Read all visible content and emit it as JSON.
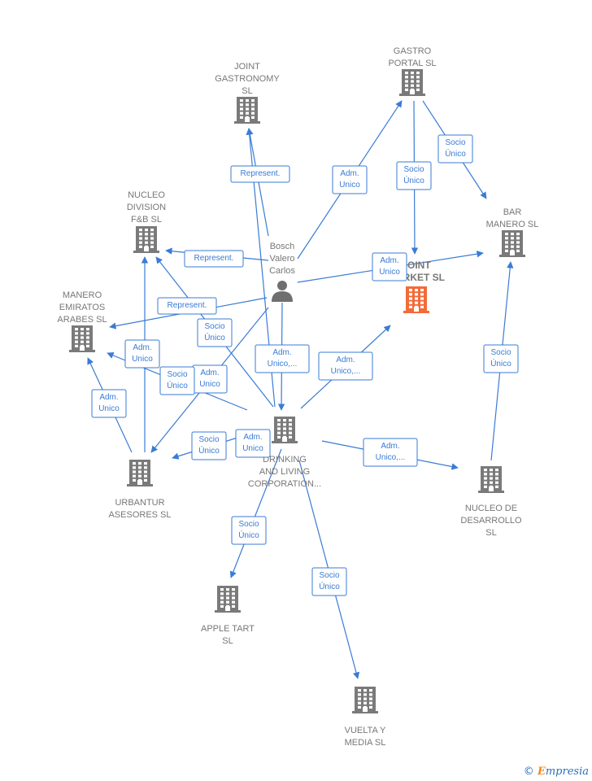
{
  "colors": {
    "edge": "#3a7bd5",
    "building": "#7a7a7a",
    "building_main": "#f26b3a",
    "person": "#6f6f6f"
  },
  "nodes": [
    {
      "id": "joint_gastronomy",
      "kind": "company",
      "lines": [
        "JOINT",
        "GASTRONOMY",
        "SL"
      ]
    },
    {
      "id": "gastro_portal",
      "kind": "company",
      "lines": [
        "GASTRO",
        "PORTAL SL"
      ]
    },
    {
      "id": "nucleo_division",
      "kind": "company",
      "lines": [
        "NUCLEO",
        "DIVISION",
        "F&B  SL"
      ]
    },
    {
      "id": "bar_manero",
      "kind": "company",
      "lines": [
        "BAR",
        "MANERO  SL"
      ]
    },
    {
      "id": "bosch",
      "kind": "person",
      "lines": [
        "Bosch",
        "Valero",
        "Carlos"
      ]
    },
    {
      "id": "joint_market",
      "kind": "main",
      "lines": [
        "JOINT",
        "MARKET  SL"
      ]
    },
    {
      "id": "manero_emiratos",
      "kind": "company",
      "lines": [
        "MANERO",
        "EMIRATOS",
        "ARABES  SL"
      ]
    },
    {
      "id": "drinking",
      "kind": "company",
      "lines": [
        "DRINKING",
        "AND LIVING",
        "CORPORATION..."
      ]
    },
    {
      "id": "urbantur",
      "kind": "company",
      "lines": [
        "URBANTUR",
        "ASESORES  SL"
      ]
    },
    {
      "id": "nucleo_desarrollo",
      "kind": "company",
      "lines": [
        "NUCLEO DE",
        "DESARROLLO",
        "SL"
      ]
    },
    {
      "id": "apple_tart",
      "kind": "company",
      "lines": [
        "APPLE TART",
        "SL"
      ]
    },
    {
      "id": "vuelta_media",
      "kind": "company",
      "lines": [
        "VUELTA Y",
        "MEDIA SL"
      ]
    }
  ],
  "edges": [
    {
      "from": "bosch",
      "to": "joint_gastronomy",
      "label": [
        "Represent."
      ]
    },
    {
      "from": "bosch",
      "to": "gastro_portal",
      "label": [
        "Adm.",
        "Unico"
      ]
    },
    {
      "from": "gastro_portal",
      "to": "bar_manero",
      "label": [
        "Socio",
        "Único"
      ]
    },
    {
      "from": "gastro_portal",
      "to": "joint_market",
      "label": [
        "Socio",
        "Único"
      ]
    },
    {
      "from": "bosch",
      "to": "nucleo_division",
      "label": [
        "Represent."
      ]
    },
    {
      "from": "bosch",
      "to": "bar_manero",
      "label": [
        "Adm.",
        "Unico"
      ]
    },
    {
      "from": "bosch",
      "to": "manero_emiratos",
      "label": [
        "Represent."
      ]
    },
    {
      "from": "bosch",
      "to": "drinking",
      "label": [
        "Adm.",
        "Unico,..."
      ]
    },
    {
      "from": "bosch",
      "to": "urbantur",
      "label": [
        "Adm.",
        "Unico"
      ]
    },
    {
      "from": "drinking",
      "to": "joint_market",
      "label": [
        "Adm.",
        "Unico,..."
      ]
    },
    {
      "from": "drinking",
      "to": "nucleo_division",
      "label": [
        "Socio",
        "Único"
      ]
    },
    {
      "from": "drinking",
      "to": "manero_emiratos",
      "label": [
        "Socio",
        "Único"
      ]
    },
    {
      "from": "drinking",
      "to": "urbantur",
      "label": [
        "Socio",
        "Único"
      ]
    },
    {
      "from": "drinking",
      "to": "joint_gastronomy",
      "label": [
        "Adm.",
        "Unico"
      ]
    },
    {
      "from": "drinking",
      "to": "nucleo_desarrollo",
      "label": [
        "Adm.",
        "Unico,..."
      ]
    },
    {
      "from": "drinking",
      "to": "apple_tart",
      "label": [
        "Socio",
        "Único"
      ]
    },
    {
      "from": "drinking",
      "to": "vuelta_media",
      "label": [
        "Socio",
        "Único"
      ]
    },
    {
      "from": "urbantur",
      "to": "nucleo_division",
      "label": [
        "Adm.",
        "Unico"
      ]
    },
    {
      "from": "urbantur",
      "to": "manero_emiratos",
      "label": [
        "Adm.",
        "Unico"
      ]
    },
    {
      "from": "nucleo_desarrollo",
      "to": "bar_manero",
      "label": [
        "Socio",
        "Único"
      ]
    }
  ],
  "watermark": {
    "copyright": "©",
    "brand_first": "E",
    "brand_rest": "mpresia"
  }
}
